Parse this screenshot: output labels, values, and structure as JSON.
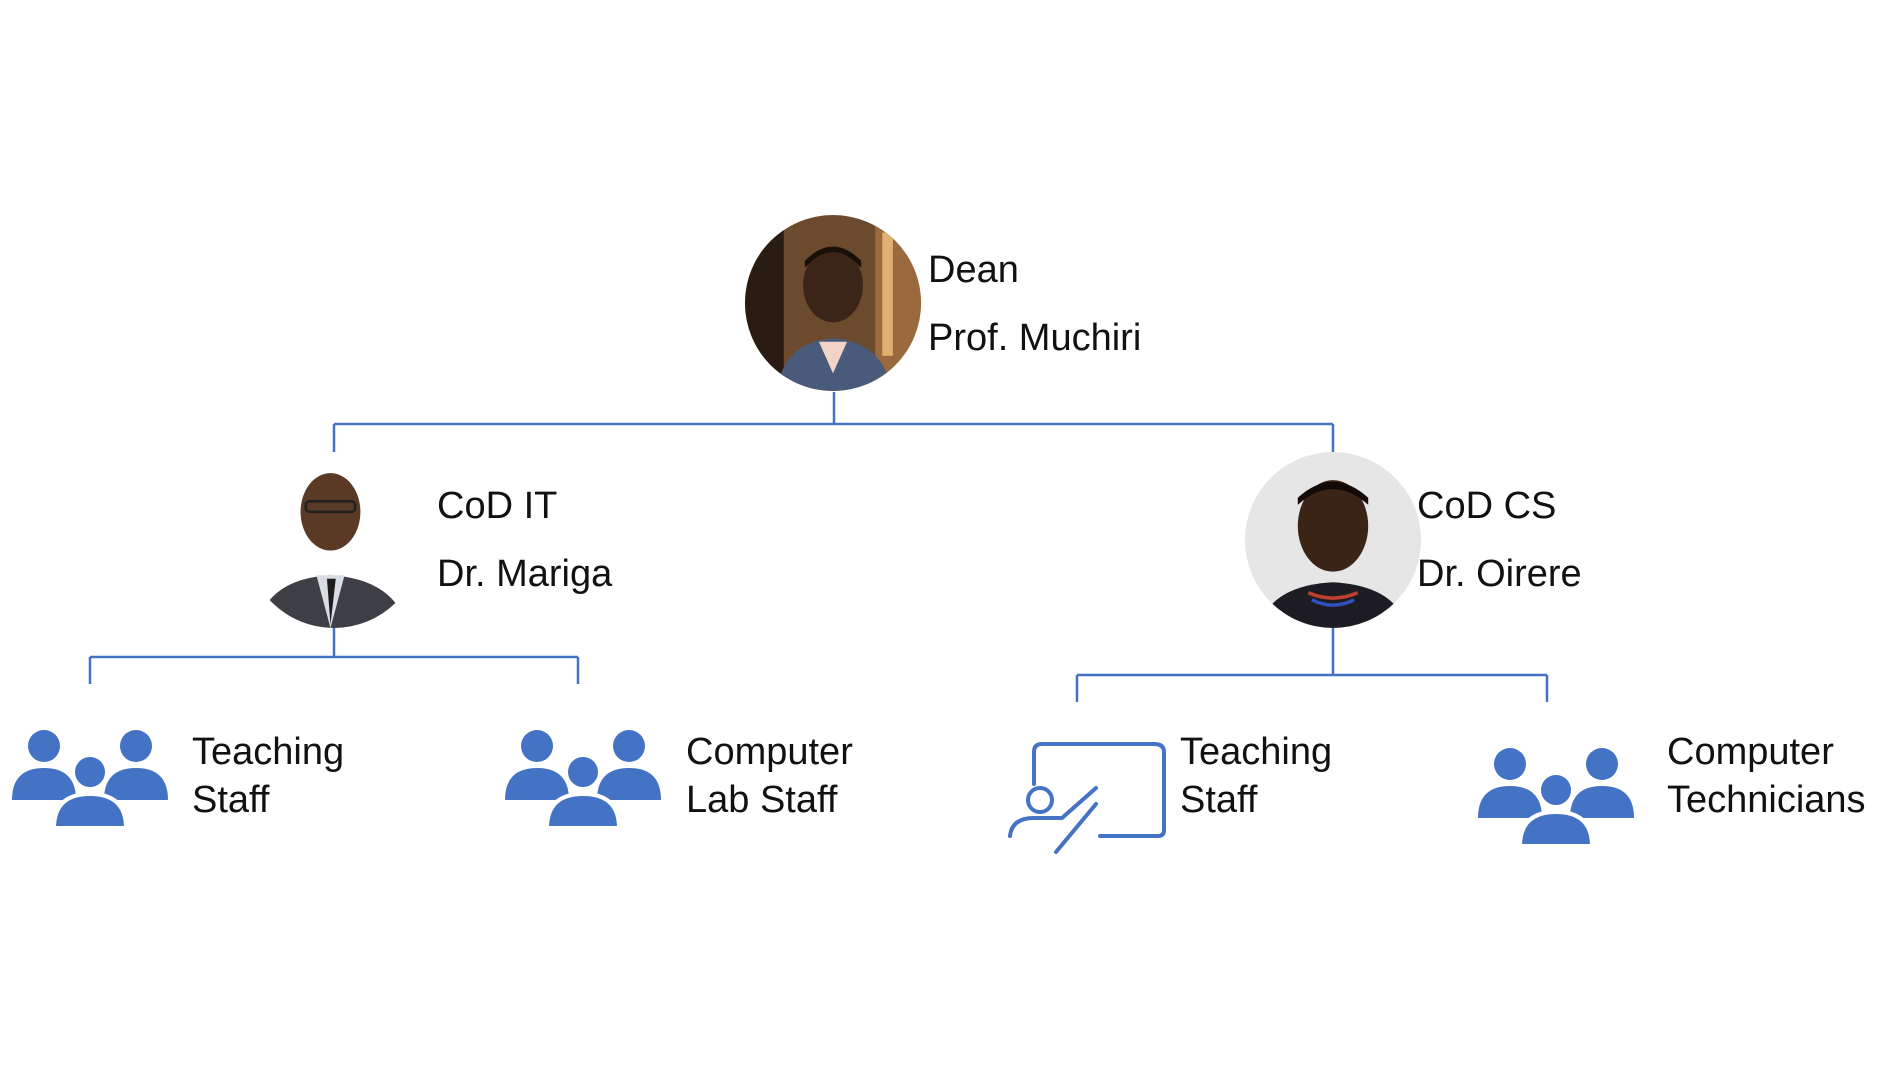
{
  "colors": {
    "accent": "#4472c4",
    "line": "#4472c4",
    "text": "#111111"
  },
  "dean": {
    "role": "Dean",
    "name": "Prof. Muchiri",
    "avatar": "person-portrait"
  },
  "cod_it": {
    "role": "CoD IT",
    "name": "Dr. Mariga",
    "avatar": "person-portrait"
  },
  "cod_cs": {
    "role": "CoD CS",
    "name": "Dr. Oirere",
    "avatar": "person-portrait"
  },
  "teams": {
    "it_teaching": {
      "line1": "Teaching",
      "line2": "Staff",
      "icon": "people-group-icon"
    },
    "it_lab": {
      "line1": "Computer",
      "line2": "Lab Staff",
      "icon": "people-group-icon"
    },
    "cs_teaching": {
      "line1": "Teaching",
      "line2": "Staff",
      "icon": "presentation-teacher-icon"
    },
    "cs_technicians": {
      "line1": "Computer",
      "line2": "Technicians",
      "icon": "people-group-icon"
    }
  }
}
